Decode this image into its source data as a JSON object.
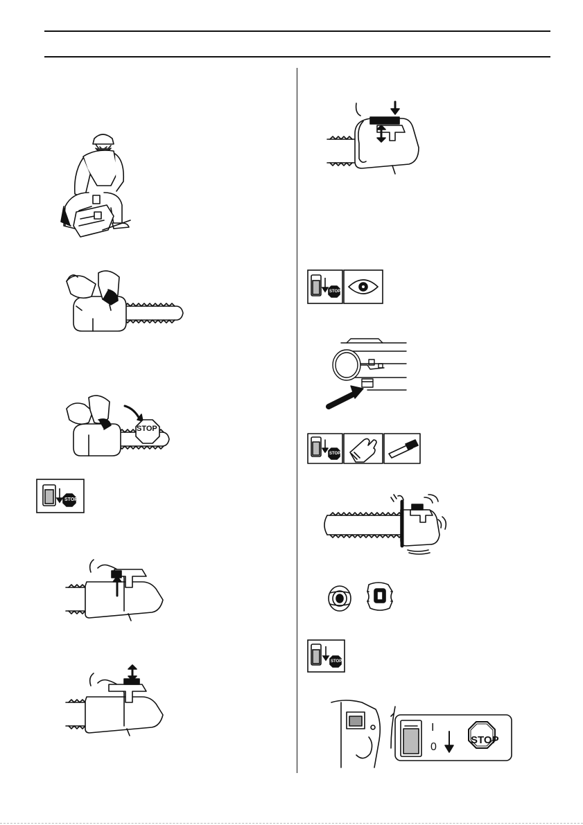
{
  "page": {
    "title": "",
    "sign_stop_label": "STOP",
    "switch_on_mark": "I",
    "switch_off_mark": "0"
  },
  "figures": [
    {
      "name": "operator-kneeling-starting-saw"
    },
    {
      "name": "hands-on-saw-brake-position"
    },
    {
      "name": "chain-brake-engaged-stop"
    },
    {
      "name": "stop-switch-symbol"
    },
    {
      "name": "chain-brake-lever-release"
    },
    {
      "name": "chain-brake-lever-check"
    },
    {
      "name": "throttle-lockout-check"
    },
    {
      "name": "stop-switch-eye-inspection-symbols"
    },
    {
      "name": "chain-catcher-arrow"
    },
    {
      "name": "stop-switch-glove-brush-symbols"
    },
    {
      "name": "saw-vibration-damping"
    },
    {
      "name": "anti-vibration-elements"
    },
    {
      "name": "stop-switch-symbol-right"
    },
    {
      "name": "stop-switch-detail"
    }
  ]
}
